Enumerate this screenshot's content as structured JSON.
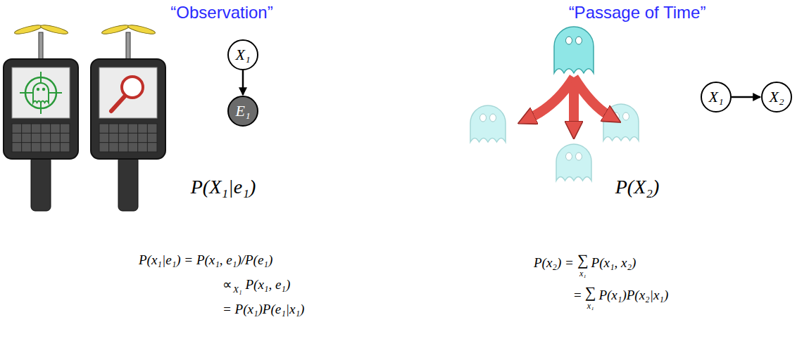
{
  "diagram": {
    "nodes": [
      {
        "text": [
          "X₁"
        ]
      },
      {
        "text": [
          "E₁"
        ]
      },
      {
        "text": [
          "X₁"
        ]
      },
      {
        "text": [
          "X₂"
        ]
      }
    ],
    "edges": [
      {
        "from": 0,
        "to": 1,
        "arrow": "to"
      },
      {
        "from": 2,
        "to": 3,
        "arrow": "to"
      }
    ],
    "labels": [
      "“Observation”",
      "“Passage of Time”",
      "P(X₁|e₁)",
      "P(x₁|e₁) = P(x₁, e₁)/P(e₁)",
      "∝",
      "X₁",
      "P(x₁, e₁)",
      "= P(x₁)P(e₁|x₁)",
      "P(X₂)",
      "P(x₂) =",
      "∑",
      "x₁",
      "P(x₁, x₂)",
      "=",
      "∑",
      "x₁",
      "P(x₁)P(x₂|x₁)"
    ]
  }
}
